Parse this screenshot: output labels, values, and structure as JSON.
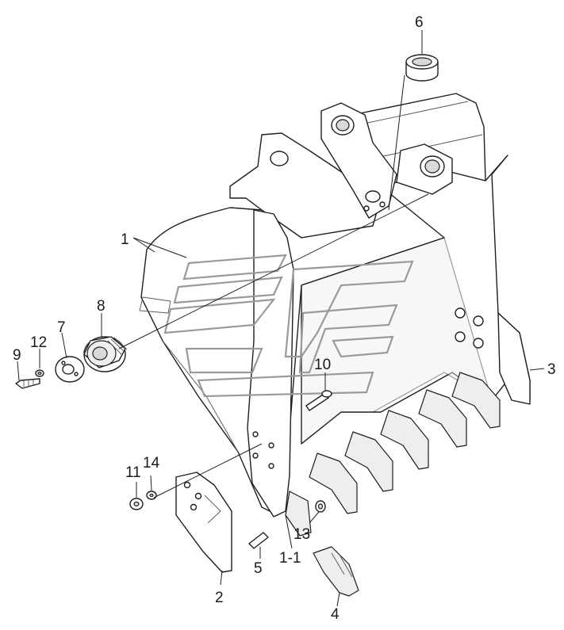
{
  "callouts": {
    "c1": "1",
    "c1_1": "1-1",
    "c2": "2",
    "c3": "3",
    "c4": "4",
    "c5": "5",
    "c6": "6",
    "c7": "7",
    "c8": "8",
    "c9": "9",
    "c10": "10",
    "c11": "11",
    "c12": "12",
    "c13": "13",
    "c14": "14"
  }
}
